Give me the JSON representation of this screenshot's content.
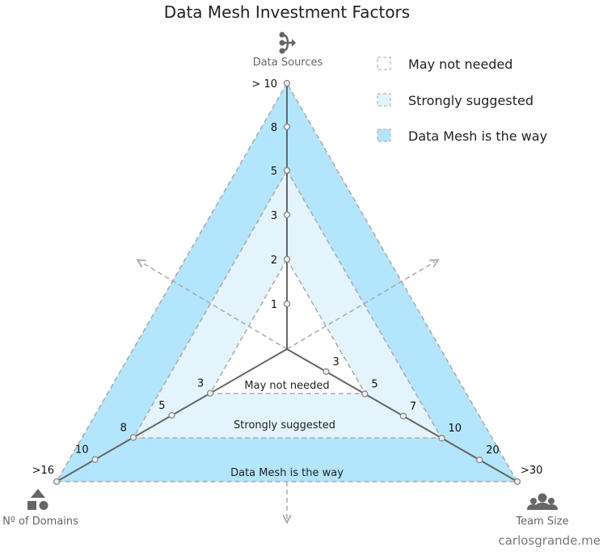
{
  "title": "Data Mesh Investment Factors",
  "axes": {
    "data_sources": {
      "label": "Data Sources",
      "icon": "data-sources-icon",
      "ticks": [
        "1",
        "2",
        "3",
        "5",
        "8",
        "> 10"
      ]
    },
    "domains": {
      "label": "Nº of Domains",
      "icon": "shapes-icon",
      "ticks": [
        "3",
        "5",
        "8",
        "10",
        ">16"
      ]
    },
    "team_size": {
      "label": "Team Size",
      "icon": "people-icon",
      "ticks": [
        "3",
        "5",
        "7",
        "10",
        "20",
        ">30"
      ]
    }
  },
  "zones": {
    "inner": "May not needed",
    "middle": "Strongly suggested",
    "outer": "Data Mesh is the way"
  },
  "legend": [
    {
      "label": "May not needed",
      "color": "#ffffff"
    },
    {
      "label": "Strongly suggested",
      "color": "#e1f5fe"
    },
    {
      "label": "Data Mesh is the way",
      "color": "#b3e5fc"
    }
  ],
  "credit": "carlosgrande.me"
}
